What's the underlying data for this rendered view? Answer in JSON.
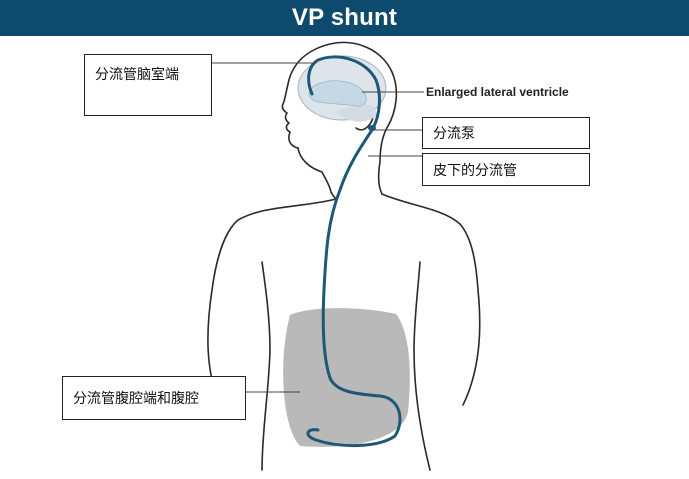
{
  "title": "VP shunt",
  "labels": {
    "ventricular_end": "分流管脑室端",
    "enlarged_ventricle": "Enlarged lateral ventricle",
    "pump": "分流泵",
    "subcutaneous_tube": "皮下的分流管",
    "peritoneal_end": "分流管腹腔端和腹腔"
  },
  "colors": {
    "title_bar": "#0d4a6e",
    "shunt_tube": "#1e5878",
    "body_outline": "#2a2a2a",
    "brain": "#dde4ea",
    "ventricle": "#c5d8e6",
    "abdomen": "#b9b9b9"
  }
}
